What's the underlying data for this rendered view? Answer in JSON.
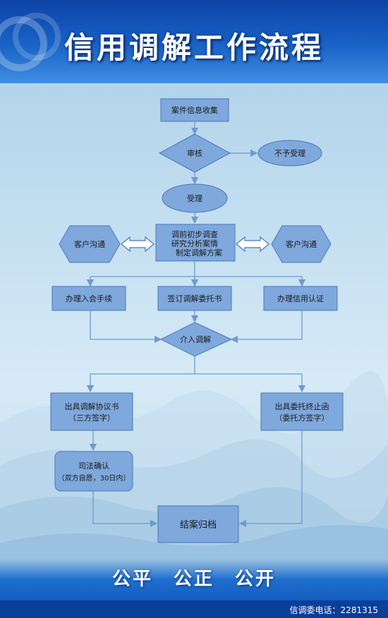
{
  "title": "信用调解工作流程",
  "nodes": {
    "collect": "案件信息收集",
    "review": "审核",
    "reject": "不予受理",
    "accept": "受理",
    "prep_1": "调前初步调查",
    "prep_2": "研究分析案情",
    "prep_3": "制定调解方案",
    "comm_left": "客户沟通",
    "comm_right": "客户沟通",
    "membership": "办理入会手续",
    "commission": "签订调解委托书",
    "credit": "办理信用认证",
    "mediation": "介入调解",
    "agreement_1": "出具调解协议书",
    "agreement_2": "（三方签字）",
    "terminate_1": "出具委托终止函",
    "terminate_2": "（委托方签字）",
    "judicial_1": "司法确认",
    "judicial_2": "（双方自愿，30日内）",
    "archive": "结案归档"
  },
  "footer": {
    "slogan": "公平　公正　公开",
    "phone": "信调委电话：2281315"
  },
  "colors": {
    "node_fill": "#7fa8dc",
    "node_stroke": "#4a79b8",
    "connector": "#6f9ad0",
    "header": "#1557bf"
  }
}
